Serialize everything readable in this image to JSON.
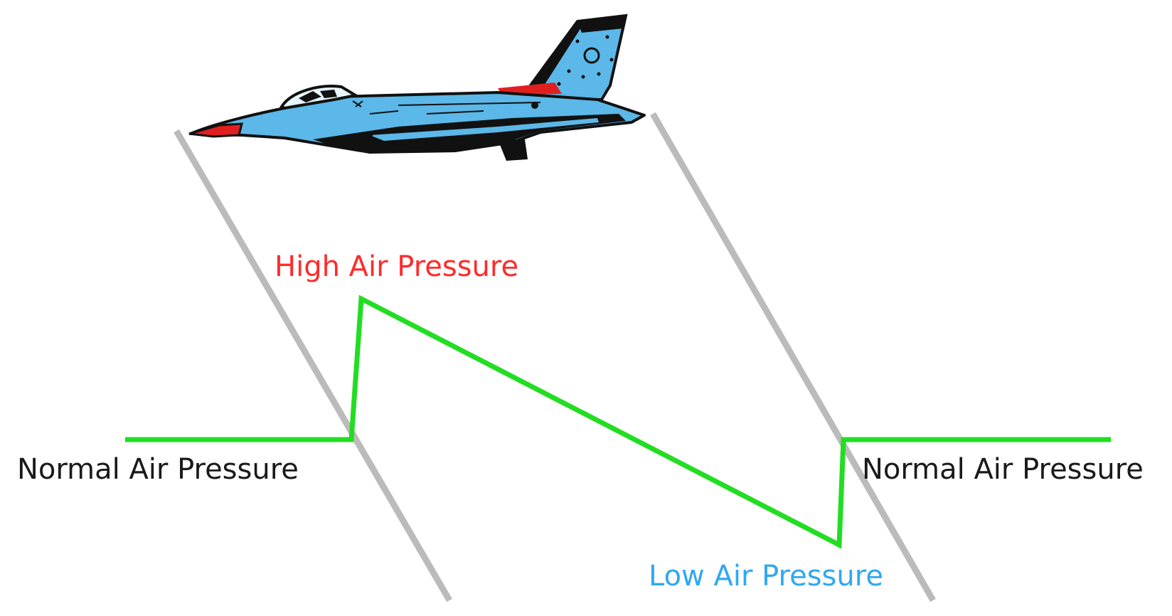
{
  "labels": {
    "high": "High Air Pressure",
    "low": "Low Air Pressure",
    "normal_left": "Normal Air Pressure",
    "normal_right": "Normal Air Pressure"
  },
  "colors": {
    "high": "#ff2b2b",
    "low": "#2fa8f0",
    "normal": "#1a1a1a",
    "pressure_line": "#22dd22",
    "shock_lines": "#bbbbbb",
    "jet_body": "#5bb8e8",
    "jet_outline": "#111111",
    "jet_nose": "#e02020"
  },
  "illustration": {
    "subject": "fighter-jet-icon"
  }
}
